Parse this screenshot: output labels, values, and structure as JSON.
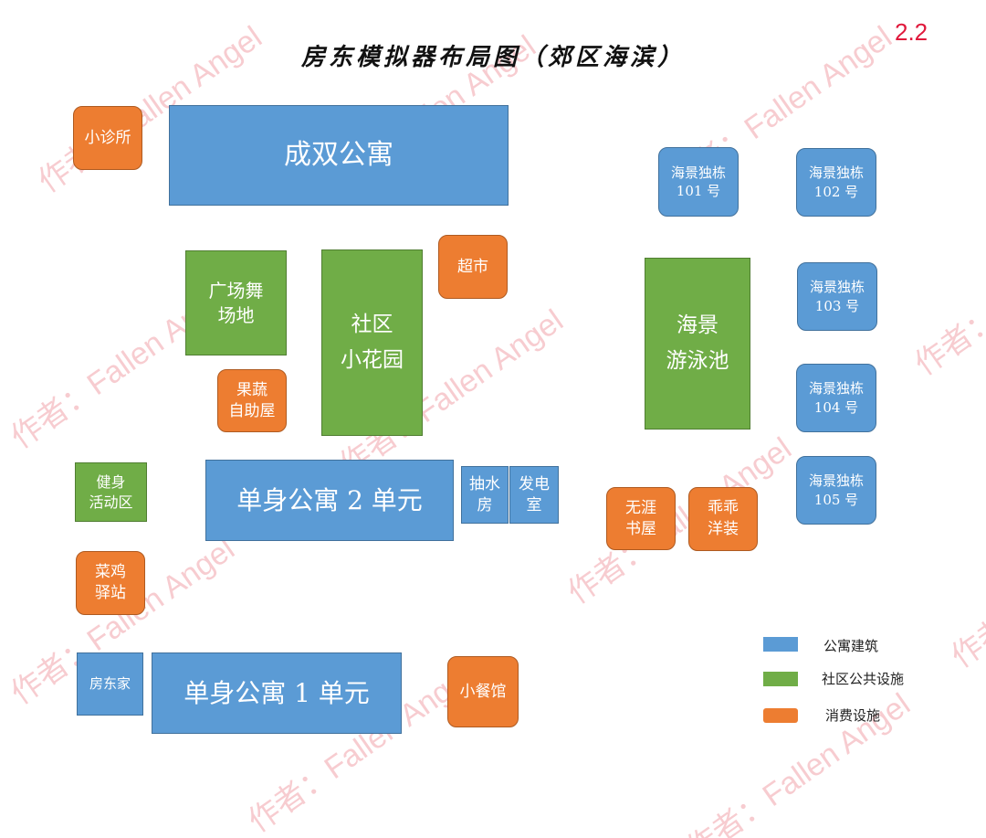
{
  "title": "房东模拟器布局图（郊区海滨）",
  "version": "2.2",
  "colors": {
    "apartment": "#5b9bd5",
    "public": "#70ad47",
    "consumer": "#ed7d31"
  },
  "buildings": {
    "clinic": "小诊所",
    "chengshuang": "成双公寓",
    "square_dance": "广场舞\n场地",
    "garden": "社区\n小花园",
    "supermarket": "超市",
    "fruit": "果蔬\n自助屋",
    "pool": "海景\n游泳池",
    "villa101": "海景独栋\n101 号",
    "villa102": "海景独栋\n102 号",
    "villa103": "海景独栋\n103 号",
    "villa104": "海景独栋\n104 号",
    "villa105": "海景独栋\n105 号",
    "gym": "健身\n活动区",
    "single2": "单身公寓 2 单元",
    "pump": "抽水\n房",
    "power": "发电\n室",
    "bookstore": "无涯\n书屋",
    "clothing": "乖乖\n洋装",
    "courier": "菜鸡\n驿站",
    "landlord": "房东家",
    "single1": "单身公寓 1 单元",
    "restaurant": "小餐馆"
  },
  "legend": [
    {
      "label": "公寓建筑"
    },
    {
      "label": "社区公共设施"
    },
    {
      "label": "消费设施"
    }
  ],
  "watermark": "作者：Fallen Angel"
}
